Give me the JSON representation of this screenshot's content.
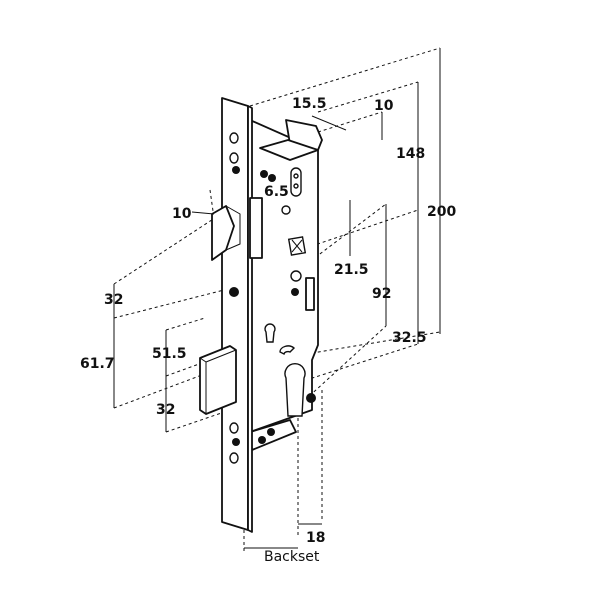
{
  "dimensions": {
    "overall_height": "200",
    "top_to_follower": "148",
    "follower_to_cylinder": "92",
    "cylinder_to_bottom": "32.5",
    "follower_offset": "21.5",
    "faceplate_top_gap": "10",
    "case_depth": "15.5",
    "slot_width": "6.5",
    "latch_offset": "10",
    "latch_to_spacing": "32",
    "latch_to_deadbolt": "61.7",
    "latch_to_bolt_center": "51.5",
    "bolt_height": "32",
    "backset": "18"
  },
  "labels": {
    "backset": "Backset"
  }
}
